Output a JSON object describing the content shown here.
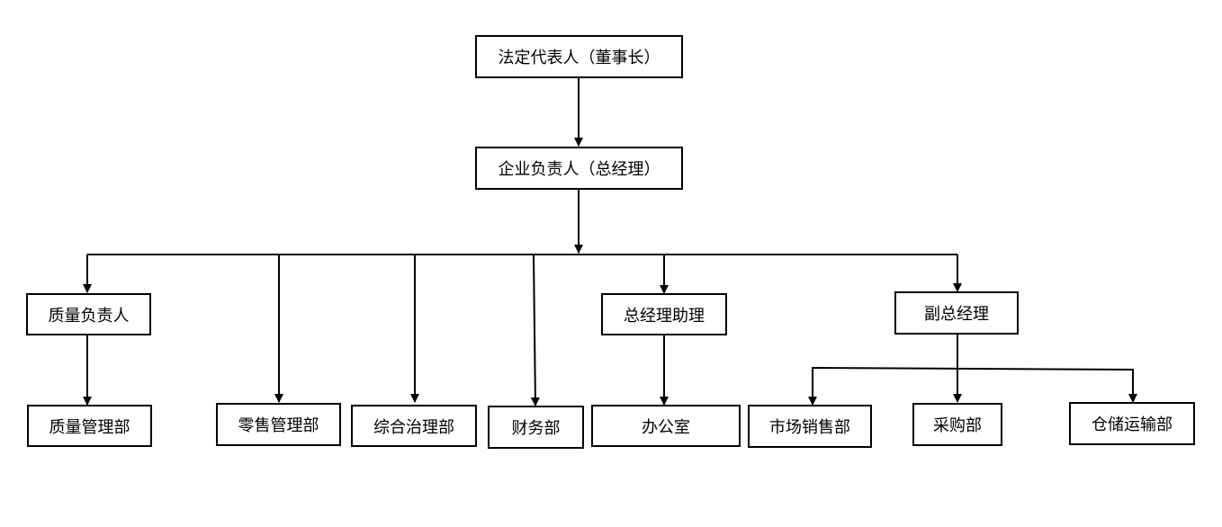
{
  "nodes": {
    "chairman": "法定代表人（董事长）",
    "general_manager": "企业负责人（总经理）",
    "quality_head": "质量负责人",
    "gm_assistant": "总经理助理",
    "deputy_gm": "副总经理",
    "quality_dept": "质量管理部",
    "retail_dept": "零售管理部",
    "admin_dept": "综合治理部",
    "finance_dept": "财务部",
    "office": "办公室",
    "marketing_dept": "市场销售部",
    "purchasing_dept": "采购部",
    "warehouse_dept": "仓储运输部"
  },
  "colors": {
    "line": "#000000",
    "border": "#000000",
    "text": "#000000",
    "background": "#ffffff"
  }
}
